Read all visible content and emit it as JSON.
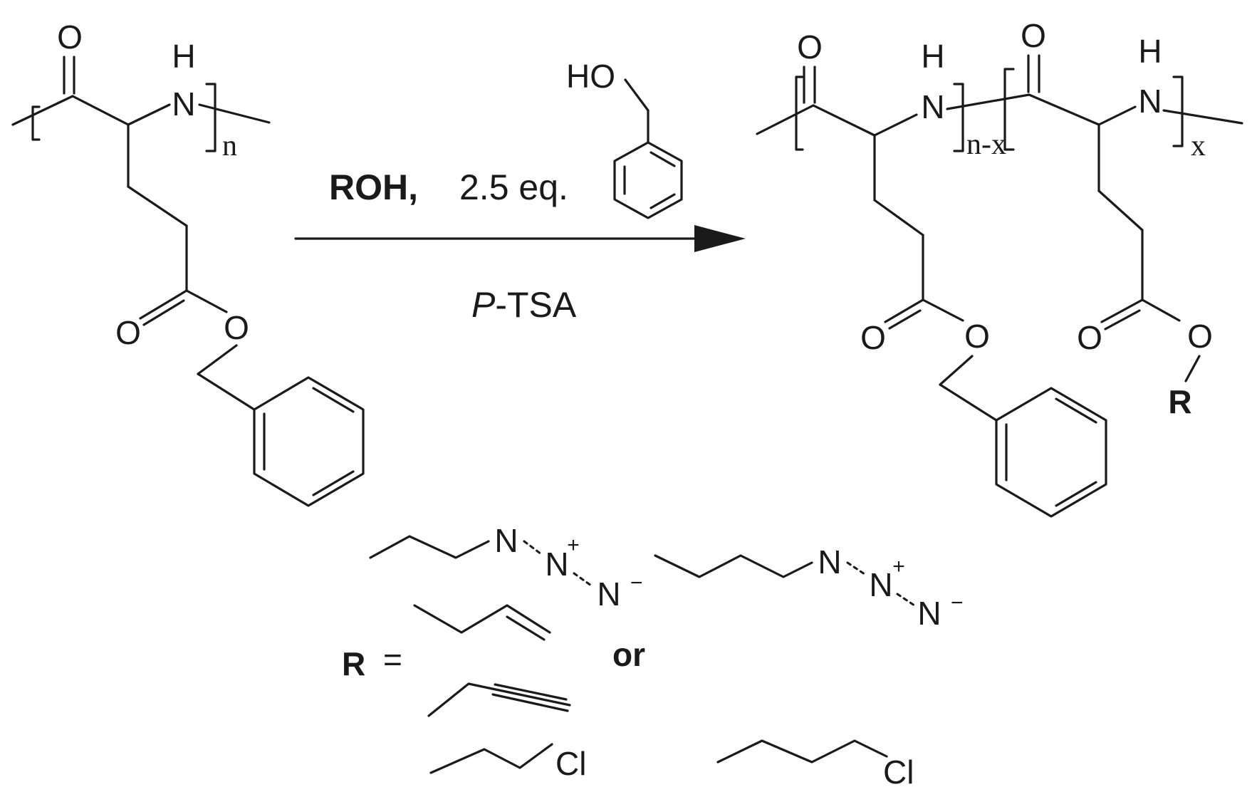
{
  "reactant": {
    "carbonyl_o": "O",
    "amide_n": "N",
    "amide_h": "H",
    "repeat_index": "n",
    "ester_o1": "O",
    "ester_o2": "O"
  },
  "conditions": {
    "reagent_label": "ROH,",
    "equivalents": "2.5 eq.",
    "catalyst_prefix": "P",
    "catalyst_suffix": "-TSA",
    "reagent_hydroxyl": "HO"
  },
  "product": {
    "carbonyl_o1": "O",
    "amide_n1": "N",
    "amide_h1": "H",
    "repeat_index_1": "n-x",
    "carbonyl_o2": "O",
    "amide_n2": "N",
    "amide_h2": "H",
    "repeat_index_2": "x",
    "ester1_o1": "O",
    "ester1_o2": "O",
    "ester2_o1": "O",
    "ester2_o2": "O",
    "r_group": "R"
  },
  "r_groups": {
    "r_label": "R",
    "equals": "=",
    "or_label": "or",
    "azide_n1": "N",
    "azide_n2": "N",
    "azide_n3": "N",
    "plus": "+",
    "minus": "−",
    "chloro": "Cl"
  }
}
